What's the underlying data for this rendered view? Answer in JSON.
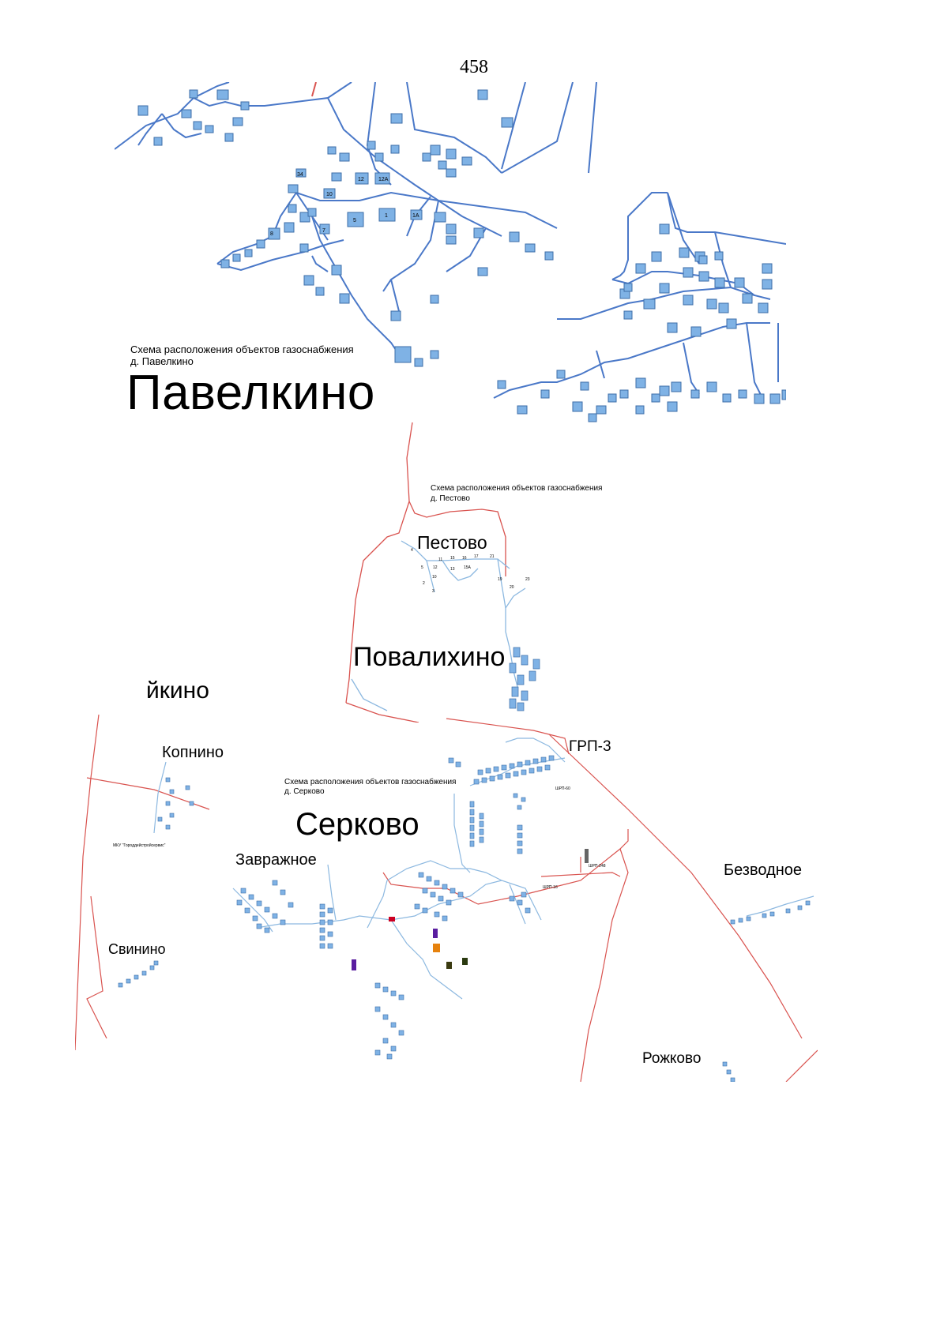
{
  "page": {
    "number": "458"
  },
  "colors": {
    "gas_pipe": "#4a78c8",
    "building_fill": "#7fb2e5",
    "building_stroke": "#3d6ea8",
    "border_red": "#d9534f",
    "light_pipe": "#8cb8e0"
  },
  "map_pavelkino": {
    "caption_line1": "Схема расположения объектов газоснабжения",
    "caption_line2": "д. Павелкино",
    "title": "Павелкино",
    "house_numbers": [
      "12",
      "12А",
      "5",
      "1",
      "1А",
      "7",
      "10",
      "34",
      "8"
    ]
  },
  "map_pestovo": {
    "caption_line1": "Схема расположения объектов газоснабжения",
    "caption_line2": "д. Пестово",
    "title": "Пестово",
    "subtitle": "Повалихино",
    "house_numbers": [
      "15",
      "16",
      "17",
      "21",
      "19",
      "20",
      "23",
      "13",
      "15А",
      "10",
      "11",
      "12",
      "4",
      "5",
      "2",
      "3"
    ]
  },
  "map_serkovo": {
    "caption_line1": "Схема расположения объектов газоснабжения",
    "caption_line2": "д. Серково",
    "title": "Серково",
    "partial_label": "йкино",
    "villages": [
      "Копнино",
      "Завражное",
      "Свинино",
      "Безводное",
      "Рожково"
    ],
    "grp": "ГРП-3",
    "shrp_labels": [
      "ШРП-60",
      "ШРП-248",
      "ШРП-16"
    ],
    "org_label": "МКУ \"Городдейстройсервис\""
  },
  "icons": [
    "gas-pipeline-map",
    "building-shapes"
  ]
}
